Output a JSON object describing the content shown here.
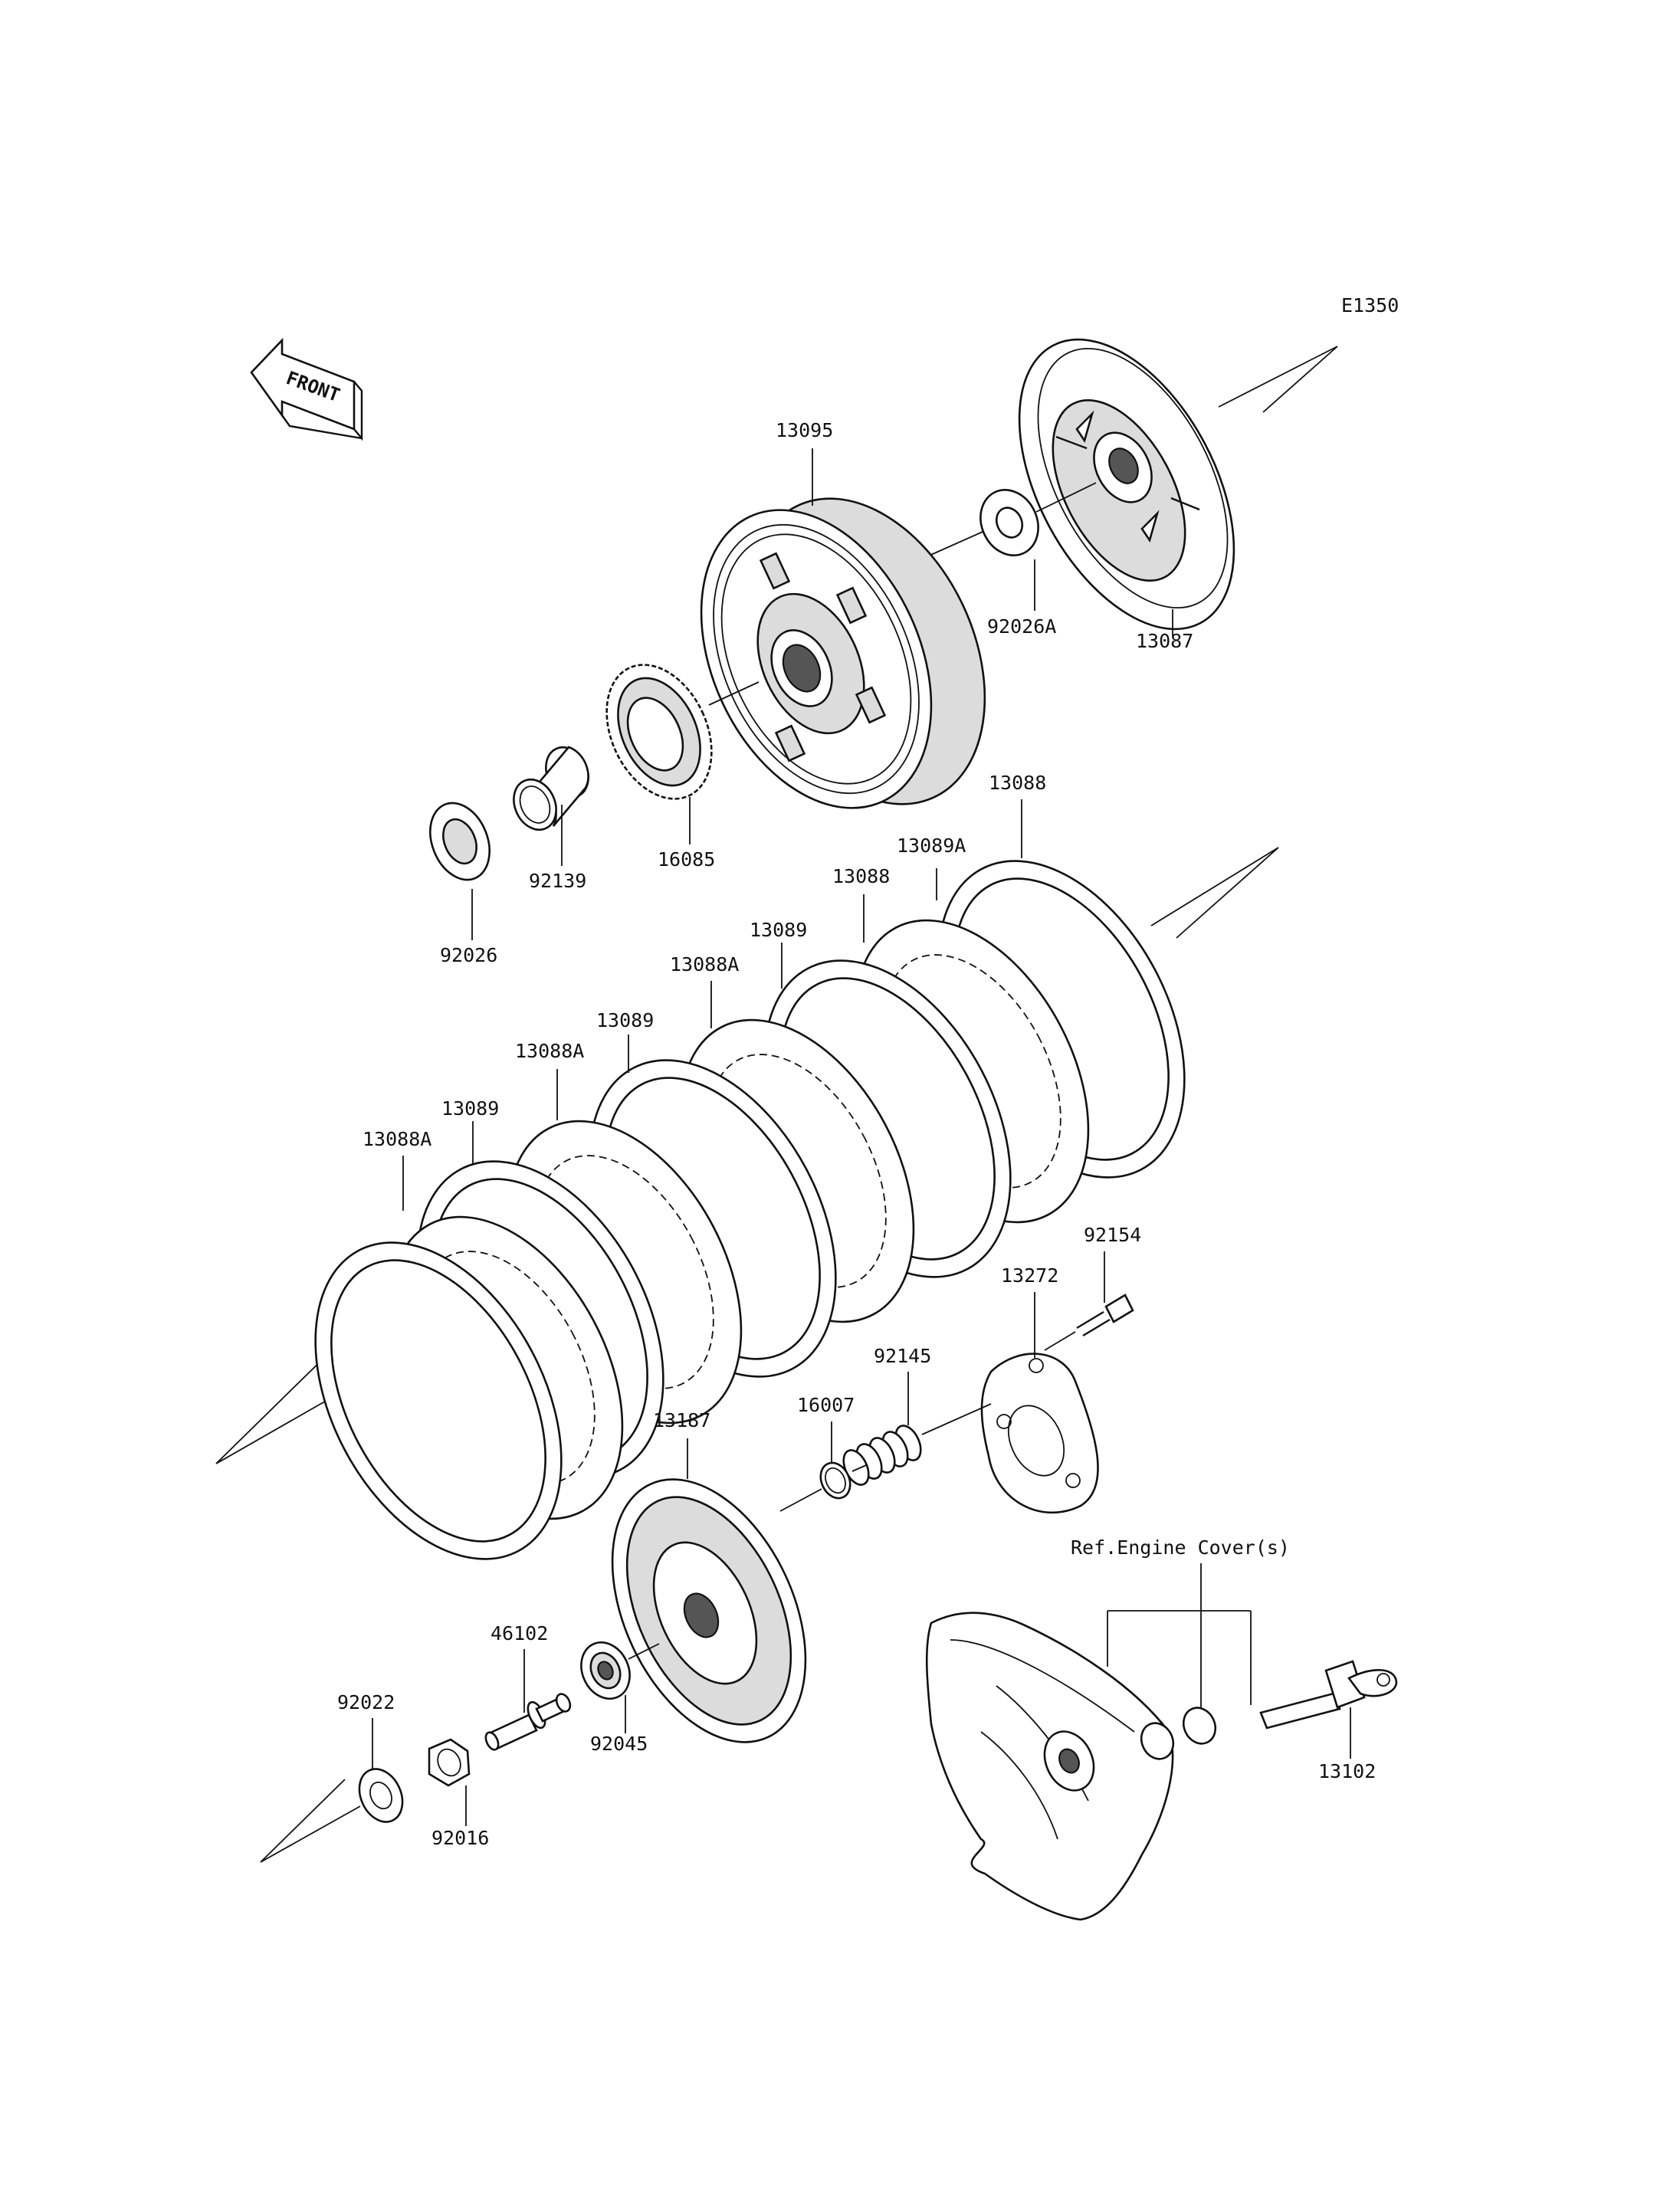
{
  "diagram_code": "E1350",
  "front_marker": "FRONT",
  "reference_note": "Ref.Engine Cover(s)",
  "parts": {
    "p13095": "13095",
    "p13087": "13087",
    "p92026A": "92026A",
    "p16085": "16085",
    "p92139": "92139",
    "p92026": "92026",
    "p13088_top": "13088",
    "p13089A": "13089A",
    "p13088_mid": "13088",
    "p13089_a": "13089",
    "p13088A_a": "13088A",
    "p13089_b": "13089",
    "p13088A_b": "13088A",
    "p13089_c": "13089",
    "p13088A_c": "13088A",
    "p92154": "92154",
    "p13272": "13272",
    "p92145": "92145",
    "p16007": "16007",
    "p13187": "13187",
    "p46102": "46102",
    "p92022": "92022",
    "p92045": "92045",
    "p92016": "92016",
    "p13102": "13102"
  },
  "colors": {
    "line": "#111111",
    "background": "#ffffff",
    "shade": "#dcdcdc"
  }
}
